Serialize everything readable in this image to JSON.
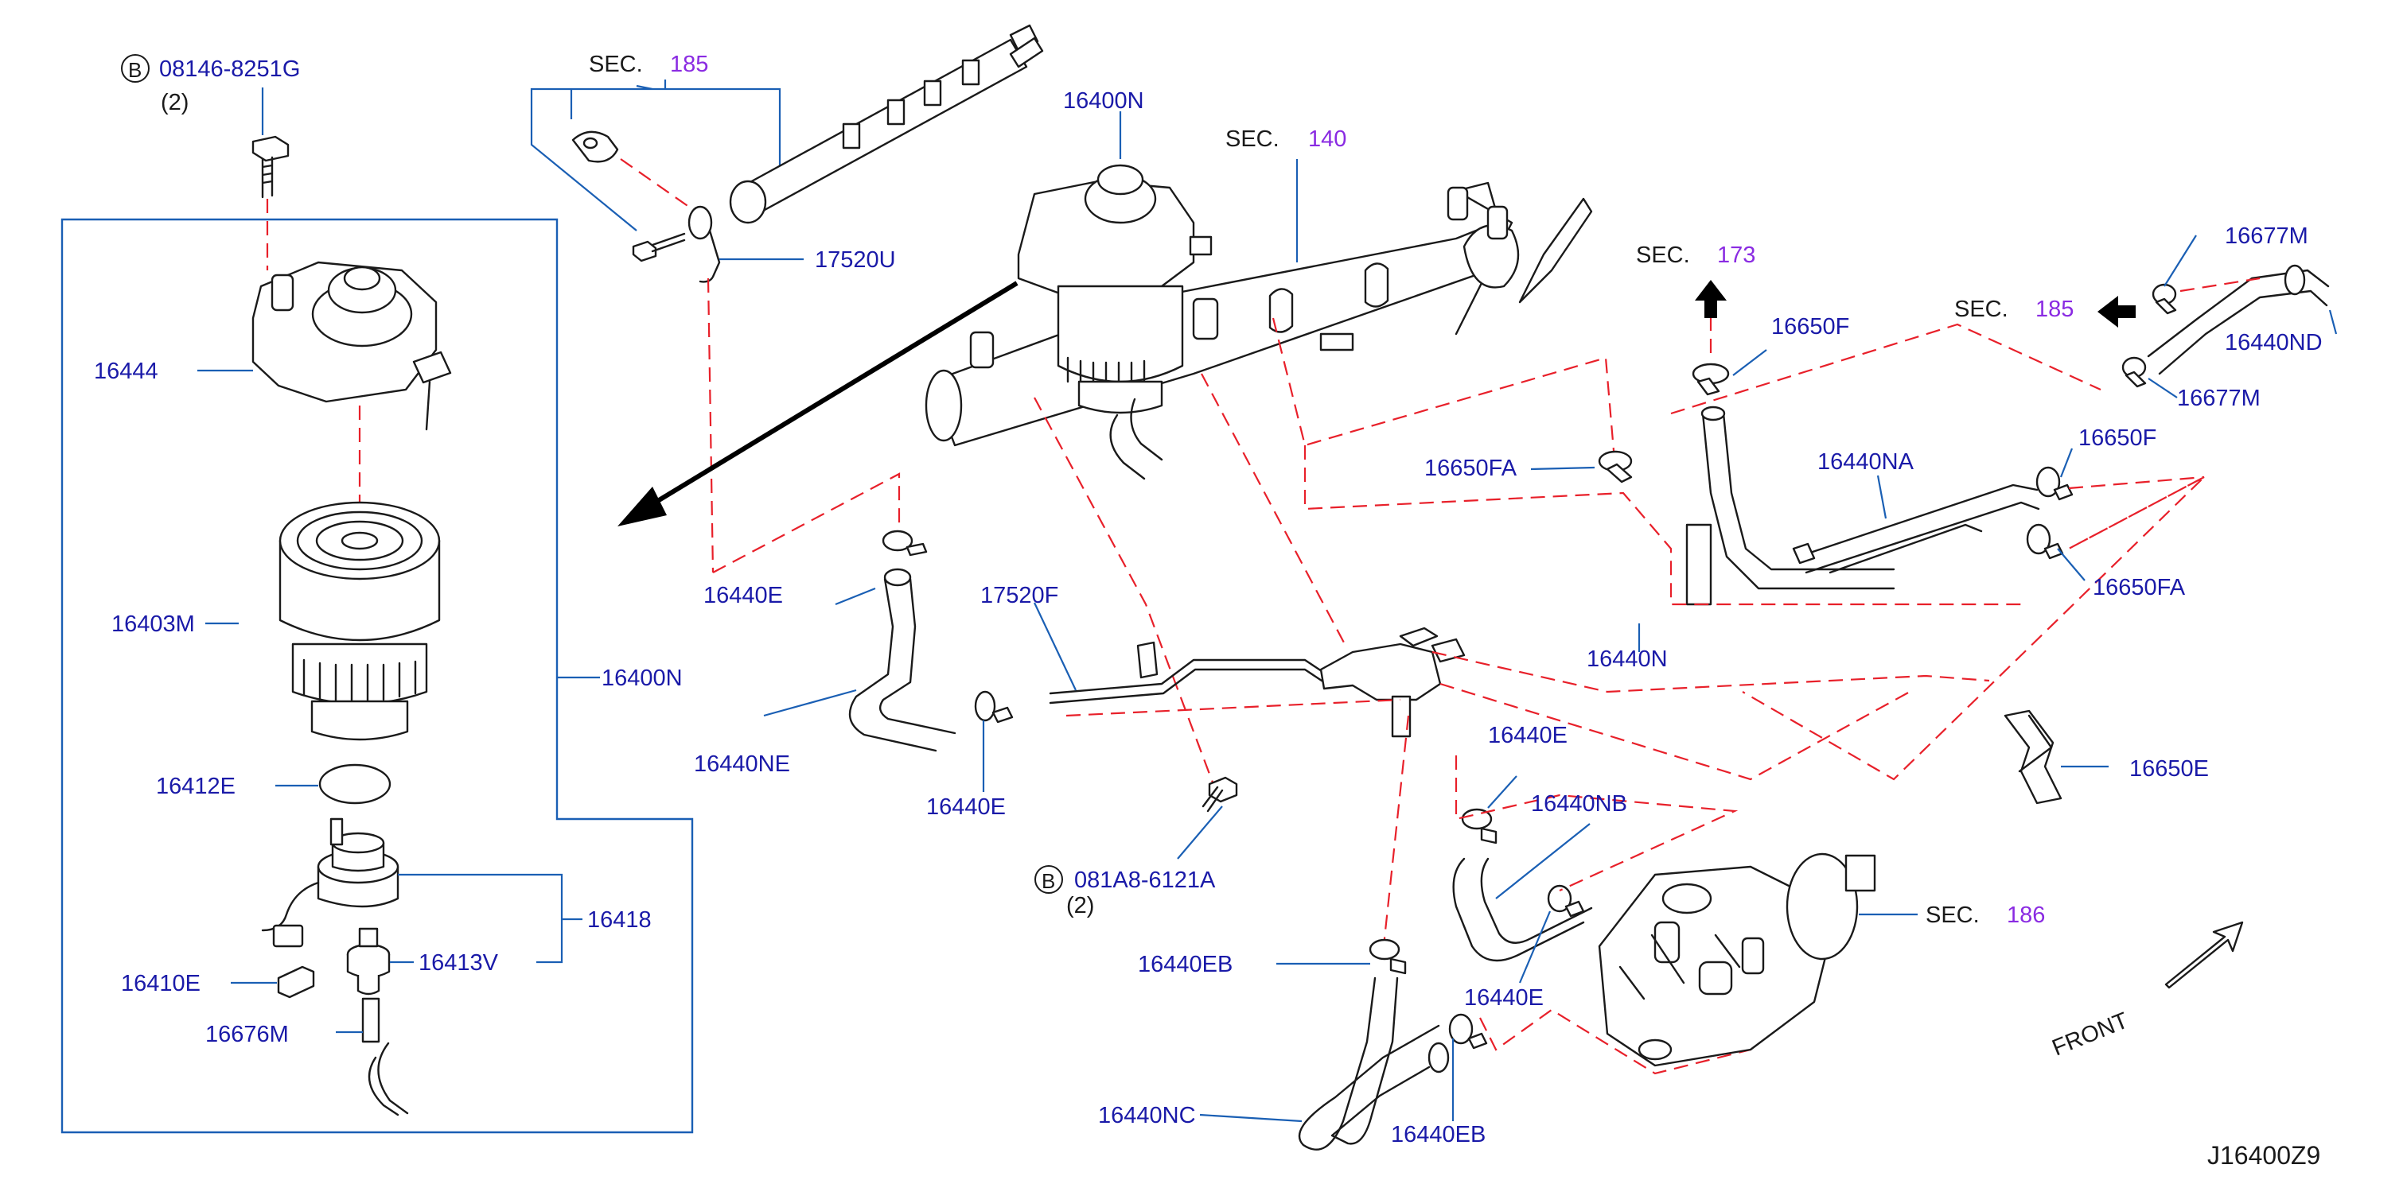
{
  "colors": {
    "part_label": "#1a1aa8",
    "section_ref": "#8a2be2",
    "leader": "#1a5fb4",
    "guide": "#e8202a",
    "outline": "#1a1a1a"
  },
  "labels": {
    "bolt_b1_code": "08146-8251G",
    "bolt_b1_qty": "(2)",
    "bolt_b2_code": "081A8-6121A",
    "bolt_b2_qty": "(2)",
    "b_symbol": "B",
    "p16444": "16444",
    "p16403m": "16403M",
    "p16400n_box": "16400N",
    "p16412e": "16412E",
    "p16418": "16418",
    "p16410e": "16410E",
    "p16413v": "16413V",
    "p16676m": "16676M",
    "p17520u": "17520U",
    "p16400n_top": "16400N",
    "p16440e_a": "16440E",
    "p17520f": "17520F",
    "p16440ne": "16440NE",
    "p16440e_b": "16440E",
    "p16440n": "16440N",
    "p16440e_c": "16440E",
    "p16440nb": "16440NB",
    "p16440eb_a": "16440EB",
    "p16440e_d": "16440E",
    "p16440nc": "16440NC",
    "p16440eb_b": "16440EB",
    "p16650fa_a": "16650FA",
    "p16650f_a": "16650F",
    "p16440na": "16440NA",
    "p16650f_b": "16650F",
    "p16650fa_b": "16650FA",
    "p16650e": "16650E",
    "p16677m_a": "16677M",
    "p16440nd": "16440ND",
    "p16677m_b": "16677M",
    "front": "FRONT",
    "diagram_id": "J16400Z9"
  },
  "sections": [
    {
      "prefix": "SEC.",
      "num": "185"
    },
    {
      "prefix": "SEC.",
      "num": "140"
    },
    {
      "prefix": "SEC.",
      "num": "173"
    },
    {
      "prefix": "SEC.",
      "num": "185"
    },
    {
      "prefix": "SEC.",
      "num": "186"
    }
  ]
}
